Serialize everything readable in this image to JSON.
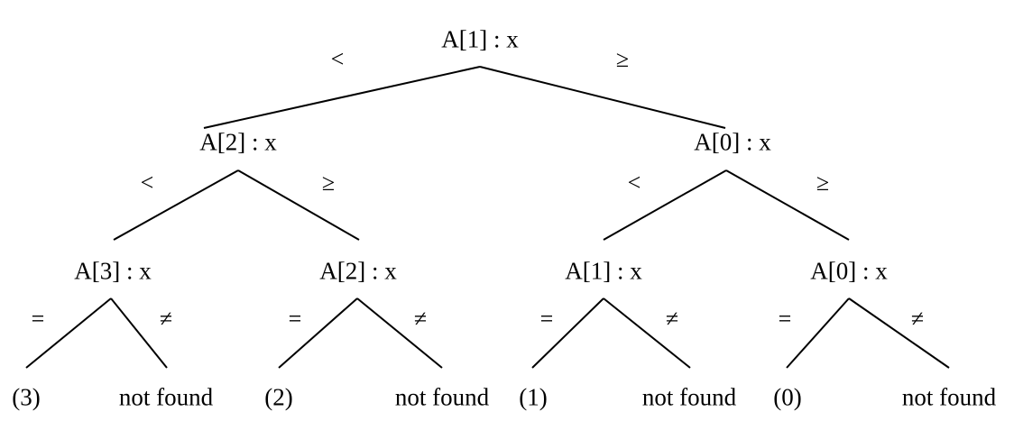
{
  "tree": {
    "root": {
      "label": "A[1] : x",
      "left_edge": "<",
      "right_edge": "≥"
    },
    "level2": [
      {
        "label": "A[2] : x",
        "left_edge": "<",
        "right_edge": "≥"
      },
      {
        "label": "A[0] : x",
        "left_edge": "<",
        "right_edge": "≥"
      }
    ],
    "level3": [
      {
        "label": "A[3] : x",
        "left_edge": "=",
        "right_edge": "≠"
      },
      {
        "label": "A[2] : x",
        "left_edge": "=",
        "right_edge": "≠"
      },
      {
        "label": "A[1] : x",
        "left_edge": "=",
        "right_edge": "≠"
      },
      {
        "label": "A[0] : x",
        "left_edge": "=",
        "right_edge": "≠"
      }
    ],
    "leaves": [
      "(3)",
      "not found",
      "(2)",
      "not found",
      "(1)",
      "not found",
      "(0)",
      "not found"
    ]
  }
}
